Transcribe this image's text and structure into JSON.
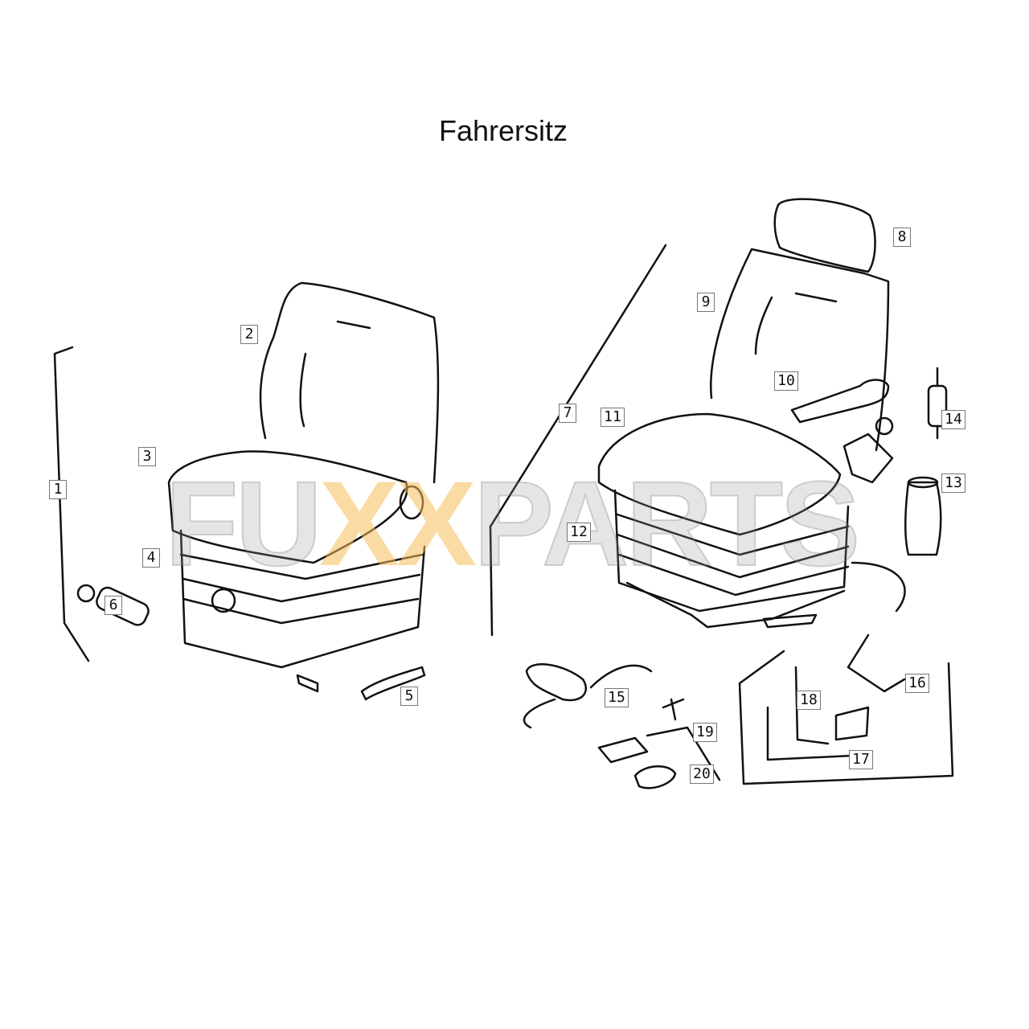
{
  "title": "Fahrersitz",
  "watermark": {
    "prefix": "FU",
    "highlight": "XX",
    "suffix": "PARTS"
  },
  "parts": [
    "1",
    "2",
    "3",
    "4",
    "5",
    "6",
    "7",
    "8",
    "9",
    "10",
    "11",
    "12",
    "13",
    "14",
    "15",
    "16",
    "17",
    "18",
    "19",
    "20"
  ]
}
